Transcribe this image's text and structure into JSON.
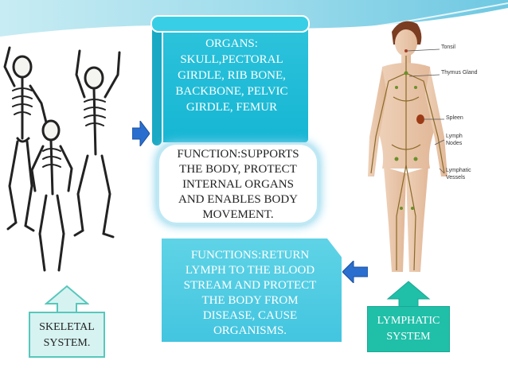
{
  "organs_box": {
    "lines": [
      "ORGANS:",
      "SKULL,PECTORAL",
      "GIRDLE, RIB BONE,",
      "BACKBONE, PELVIC",
      "GIRDLE, FEMUR"
    ]
  },
  "function_box": {
    "lines": [
      "FUNCTION:SUPPORTS",
      "THE BODY, PROTECT",
      "INTERNAL ORGANS",
      "AND ENABLES BODY",
      "MOVEMENT."
    ]
  },
  "functions2_box": {
    "lines": [
      "FUNCTIONS:RETURN",
      "LYMPH TO THE BLOOD",
      "STREAM AND PROTECT",
      "THE BODY FROM",
      "DISEASE, CAUSE",
      "ORGANISMS."
    ]
  },
  "skeletal_label": {
    "line1": "SKELETAL",
    "line2": "SYSTEM."
  },
  "lymphatic_label": {
    "line1": "LYMPHATIC",
    "line2": "SYSTEM"
  },
  "lymph_figure": {
    "labels": [
      "Tonsil",
      "Thymus Gland",
      "Spleen",
      "Lymph",
      "Nodes",
      "Lymphatic",
      "Vessels"
    ]
  },
  "colors": {
    "cyan": "#16b6d3",
    "teal": "#20bfa8",
    "arrow_blue": "#2a6fcf"
  }
}
